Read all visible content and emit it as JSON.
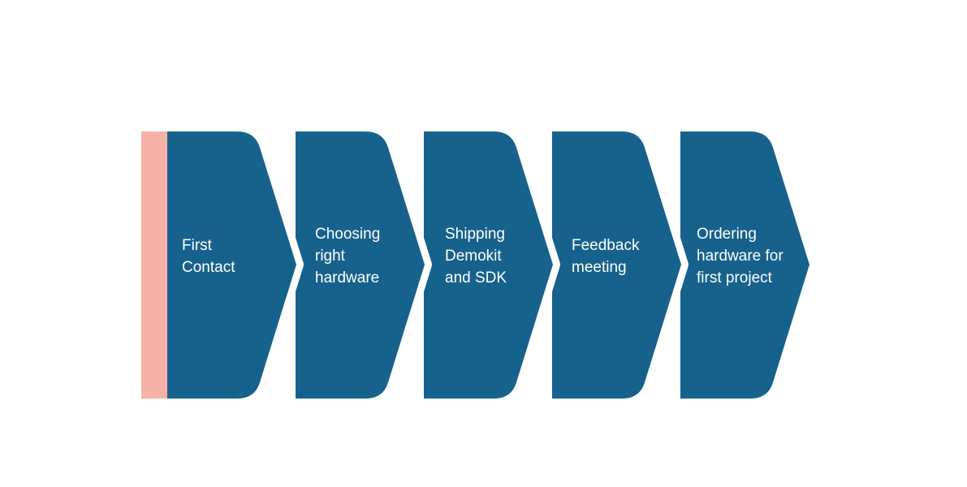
{
  "colors": {
    "step_fill": "#17628d",
    "accent_bar": "#f5b1a6",
    "separator": "#ffffff",
    "text": "#ffffff"
  },
  "steps": [
    {
      "lines": [
        "First",
        "Contact"
      ]
    },
    {
      "lines": [
        "Choosing",
        "right",
        "hardware"
      ]
    },
    {
      "lines": [
        "Shipping",
        "Demokit",
        "and SDK"
      ]
    },
    {
      "lines": [
        "Feedback",
        "meeting"
      ]
    },
    {
      "lines": [
        "Ordering",
        "hardware for",
        "first project"
      ]
    }
  ]
}
